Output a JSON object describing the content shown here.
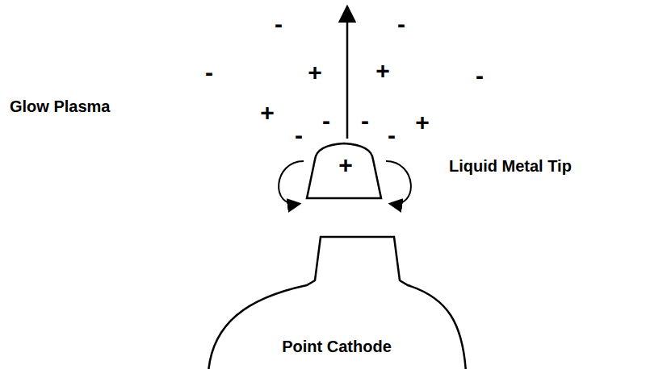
{
  "diagram": {
    "nodes": [
      {
        "text": [
          "+",
          "Liquid Metal Tip"
        ]
      },
      {
        "text": [
          "Point Cathode"
        ]
      }
    ],
    "labels": [
      "Glow Plasma",
      "-",
      "-",
      "-",
      "+",
      "+",
      "-",
      "+",
      "-",
      "-",
      "+",
      "-",
      "-"
    ]
  }
}
